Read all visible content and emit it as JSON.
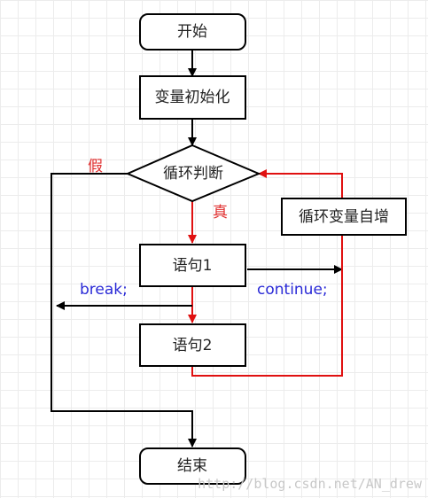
{
  "nodes": {
    "start": "开始",
    "init": "变量初始化",
    "condition": "循环判断",
    "increment": "循环变量自增",
    "stmt1": "语句1",
    "stmt2": "语句2",
    "end": "结束"
  },
  "labels": {
    "false": "假",
    "true": "真",
    "break": "break;",
    "continue": "continue;"
  },
  "watermark": "http://blog.csdn.net/AN_drew",
  "colors": {
    "flow_line": "#000000",
    "loop_line": "#e01010",
    "keyword_text": "#2929d6",
    "branch_label": "#e03030"
  }
}
